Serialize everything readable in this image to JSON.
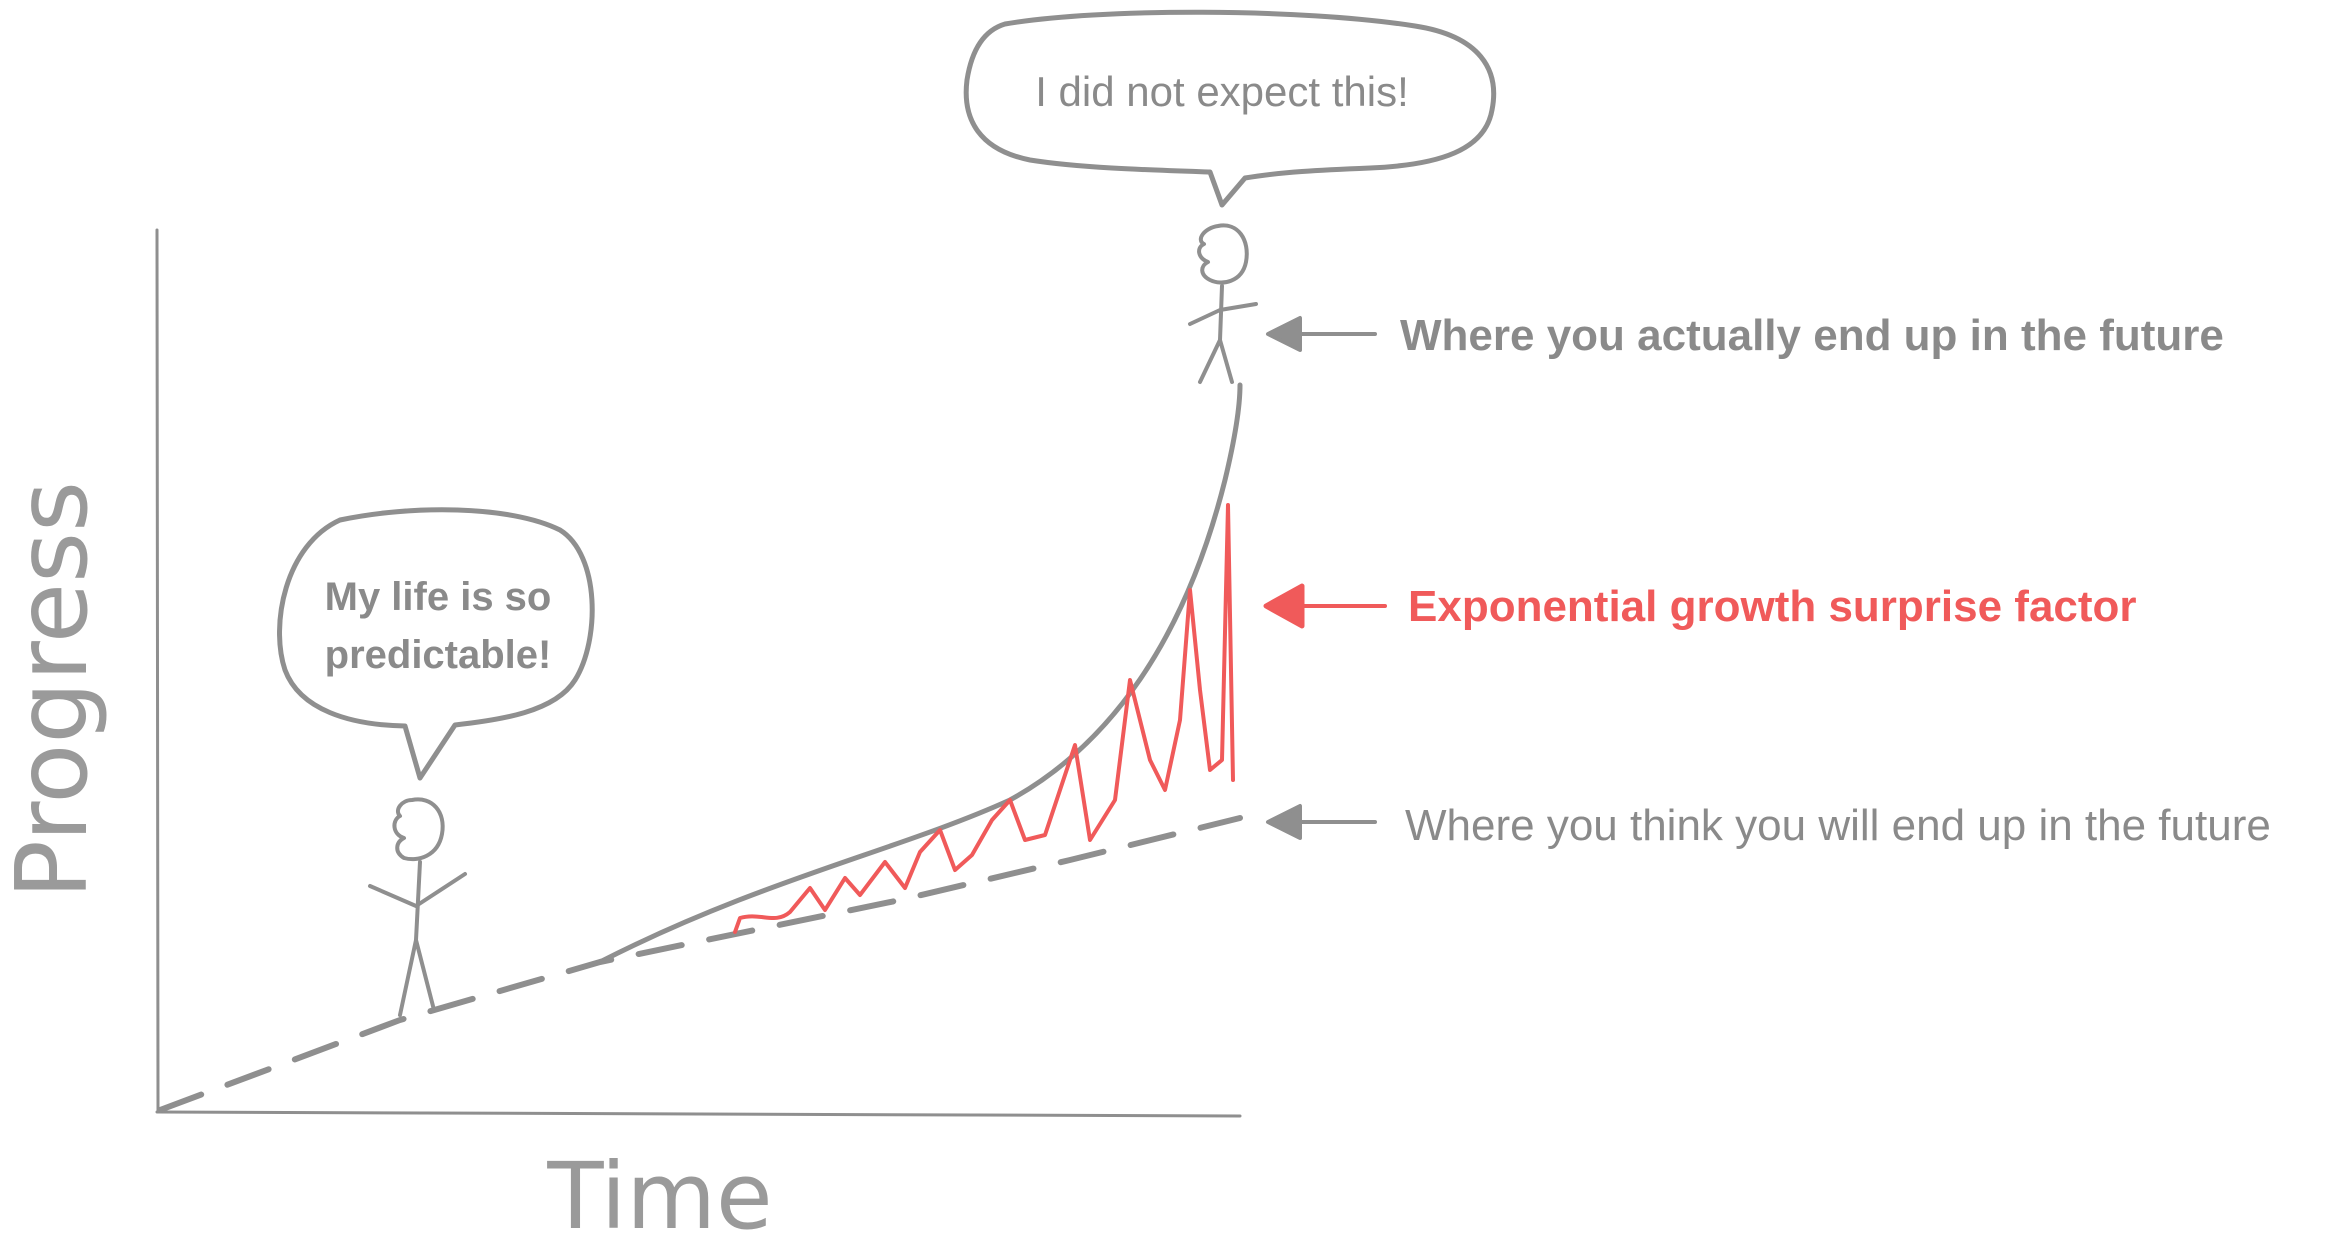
{
  "axes": {
    "y_label": "Progress",
    "x_label": "Time"
  },
  "speech_bubbles": {
    "top": "I did not expect this!",
    "left_line1": "My life is so",
    "left_line2": "predictable!"
  },
  "annotations": {
    "actual": "Where you actually end up in the future",
    "surprise": "Exponential growth surprise factor",
    "expected": "Where you think you will end up in the future"
  },
  "colors": {
    "ink": "#8f8f8f",
    "accent": "#f05a5a",
    "background": "#ffffff"
  },
  "icons": {
    "stick_figures": [
      "stick-figure-icon",
      "stick-figure-icon"
    ],
    "arrows": [
      "arrow-left-icon",
      "arrow-left-icon",
      "arrow-left-icon"
    ]
  }
}
